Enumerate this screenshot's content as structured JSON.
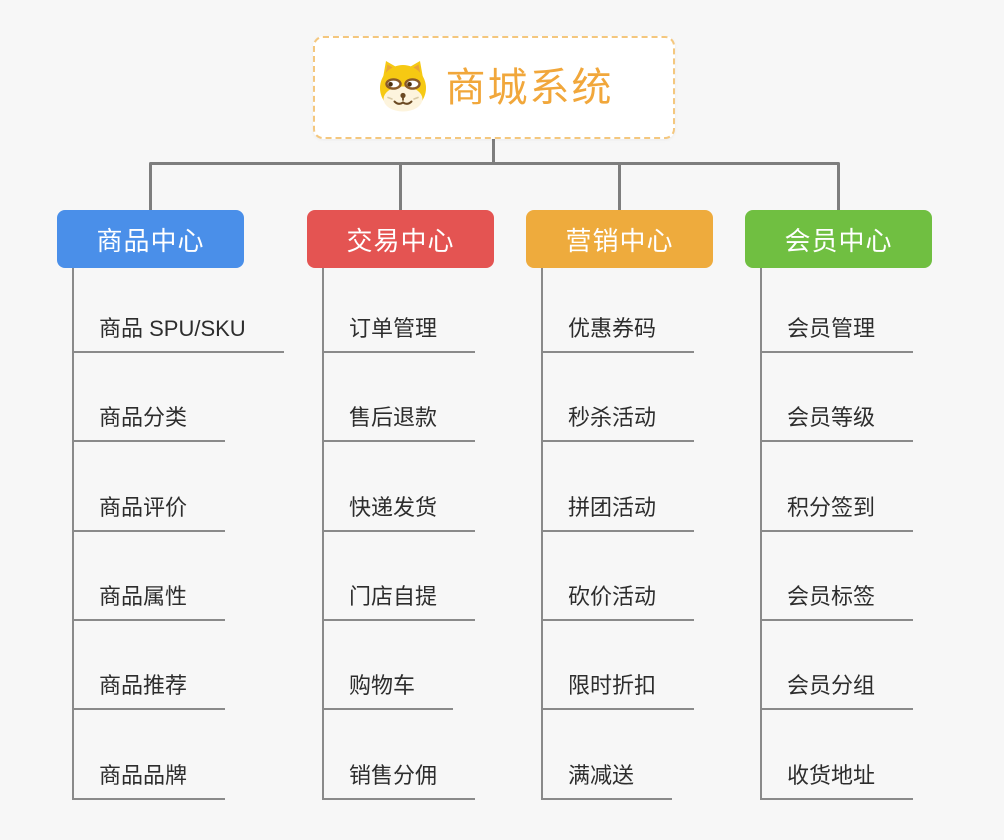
{
  "page": {
    "background": "#f7f7f7",
    "connector_color": "#7e7e7e"
  },
  "root": {
    "title": "商城系统",
    "title_color": "#f1a73b",
    "border_color": "#f4c77e",
    "icon": "doge-icon"
  },
  "branches": [
    {
      "label": "商品中心",
      "color": "#4a8fe9",
      "children": [
        "商品 SPU/SKU",
        "商品分类",
        "商品评价",
        "商品属性",
        "商品推荐",
        "商品品牌"
      ]
    },
    {
      "label": "交易中心",
      "color": "#e45452",
      "children": [
        "订单管理",
        "售后退款",
        "快递发货",
        "门店自提",
        "购物车",
        "销售分佣"
      ]
    },
    {
      "label": "营销中心",
      "color": "#eeab3d",
      "children": [
        "优惠券码",
        "秒杀活动",
        "拼团活动",
        "砍价活动",
        "限时折扣",
        "满减送"
      ]
    },
    {
      "label": "会员中心",
      "color": "#70bf41",
      "children": [
        "会员管理",
        "会员等级",
        "积分签到",
        "会员标签",
        "会员分组",
        "收货地址"
      ]
    }
  ]
}
